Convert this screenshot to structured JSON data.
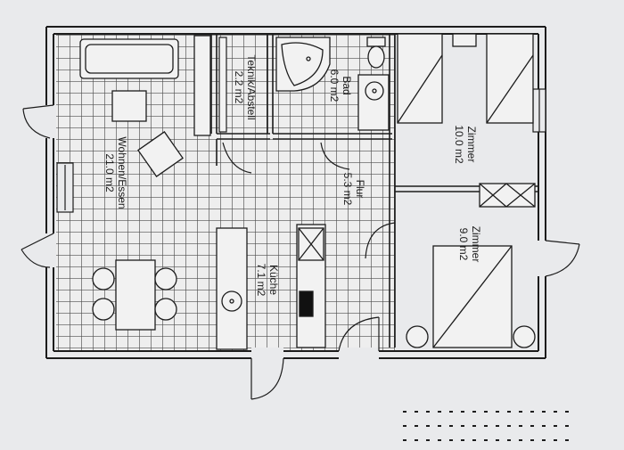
{
  "rooms": [
    {
      "id": "wohnen",
      "name": "Wohnen/Essen",
      "area": "21.0 m2"
    },
    {
      "id": "technik",
      "name": "Teknik/Abstell",
      "area": "2.2 m2"
    },
    {
      "id": "bad",
      "name": "Bad",
      "area": "6.0 m2"
    },
    {
      "id": "zimmer1",
      "name": "Zimmer",
      "area": "10.0 m2"
    },
    {
      "id": "flur",
      "name": "Flur",
      "area": "5.3 m2"
    },
    {
      "id": "kueche",
      "name": "Küche",
      "area": "7.1 m2"
    },
    {
      "id": "zimmer2",
      "name": "Zimmer",
      "area": "9.0 m2"
    }
  ],
  "colors": {
    "paper": "#e9eaec",
    "ink": "#1c1c1c",
    "grid": "#5a5a5a"
  }
}
